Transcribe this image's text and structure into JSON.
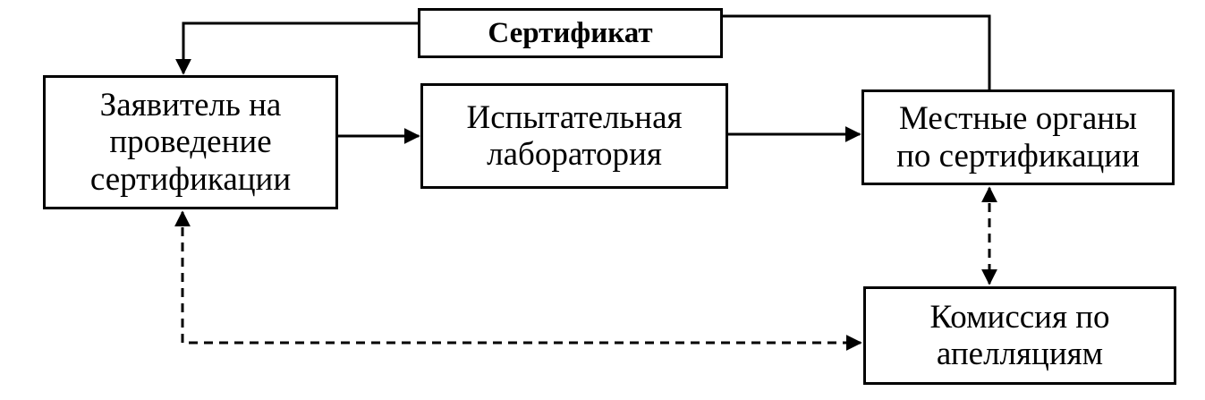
{
  "nodes": {
    "applicant": "Заявитель на\nпроведение\nсертификации",
    "lab": "Испытательная\nлаборатория",
    "local": "Местные органы\nпо сертификации",
    "appeal": "Комиссия по\nапелляциям",
    "certificate": "Сертификат"
  },
  "colors": {
    "stroke": "#000000",
    "background": "#ffffff"
  }
}
